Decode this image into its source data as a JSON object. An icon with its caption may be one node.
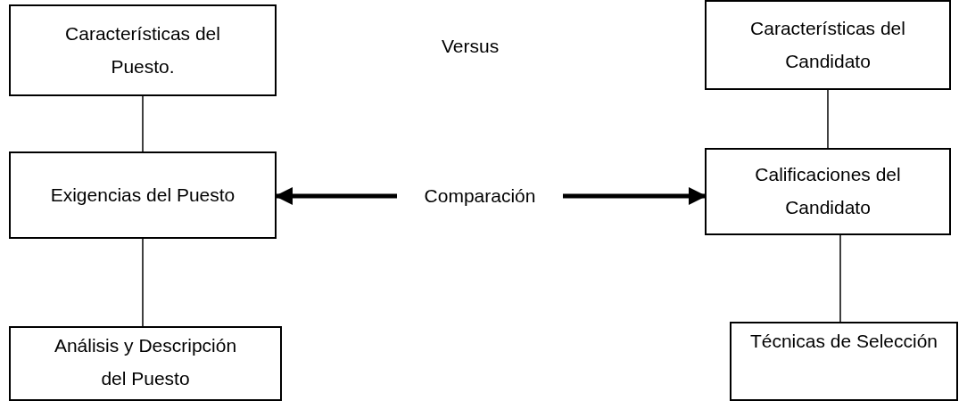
{
  "diagram": {
    "nodes": [
      {
        "text": [
          "Características del Puesto."
        ]
      },
      {
        "text": [
          "Características del Candidato"
        ]
      },
      {
        "text": [
          "Exigencias del Puesto"
        ]
      },
      {
        "text": [
          "Comparación"
        ]
      },
      {
        "text": [
          "Calificaciones del Candidato"
        ]
      },
      {
        "text": [
          "Análisis y Descripción del Puesto"
        ]
      },
      {
        "text": [
          "Técnicas de Selección"
        ]
      }
    ],
    "edges": [
      {
        "from": 0,
        "to": 2,
        "arrow": "none"
      },
      {
        "from": 2,
        "to": 5,
        "arrow": "none"
      },
      {
        "from": 1,
        "to": 4,
        "arrow": "none"
      },
      {
        "from": 4,
        "to": 6,
        "arrow": "none"
      },
      {
        "from": 3,
        "to": 2,
        "arrow": "to",
        "style": "thick"
      },
      {
        "from": 3,
        "to": 4,
        "arrow": "to",
        "style": "thick"
      }
    ],
    "labels": [
      "Versus"
    ]
  }
}
